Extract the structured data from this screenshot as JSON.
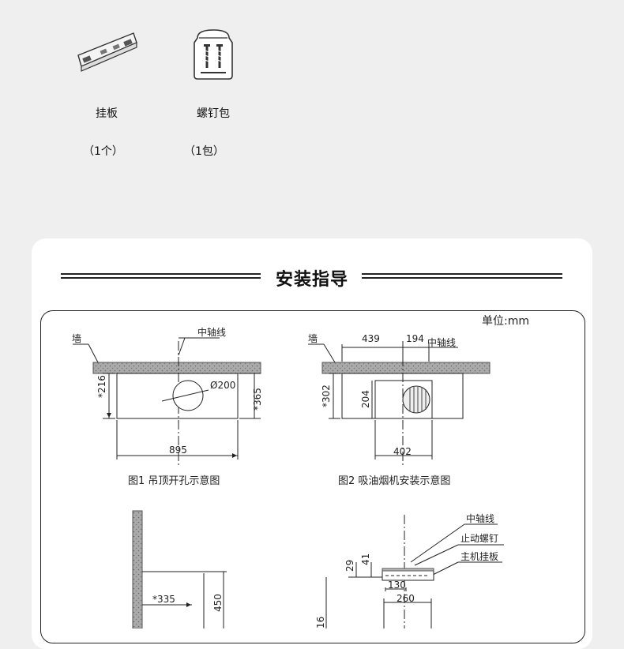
{
  "accessories": [
    {
      "name": "挂板",
      "count": "（1个）",
      "icon": "mounting-plate-icon"
    },
    {
      "name": "螺钉包",
      "count": "（1包）",
      "icon": "screw-pack-icon"
    }
  ],
  "section_title": "安装指导",
  "unit_label": "单位:mm",
  "figure1": {
    "caption": "图1 吊顶开孔示意图",
    "wall_label": "墙",
    "axis_label": "中轴线",
    "dim_216": "*216",
    "dim_diameter": "Ø200",
    "dim_365": "*365",
    "dim_895": "895"
  },
  "figure2": {
    "caption": "图2 吸油烟机安装示意图",
    "wall_label": "墙",
    "axis_label": "中轴线",
    "dim_439": "439",
    "dim_194": "194",
    "dim_302": "*302",
    "dim_204": "204",
    "dim_402": "402"
  },
  "figure3": {
    "dim_335": "*335",
    "dim_450": "450"
  },
  "figure4": {
    "axis_label": "中轴线",
    "stop_screw_label": "止动螺钉",
    "plate_label": "主机挂板",
    "dim_29": "29",
    "dim_41": "41",
    "dim_130": "130",
    "dim_260": "260",
    "dim_partial": "16"
  }
}
